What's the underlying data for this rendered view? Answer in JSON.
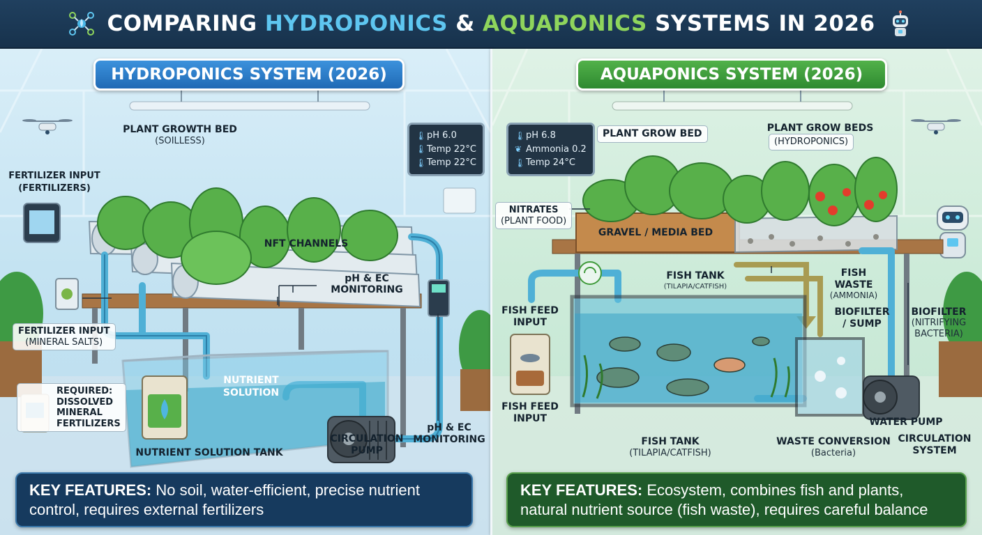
{
  "header": {
    "title_prefix": "COMPARING ",
    "title_hydro": "HYDROPONICS",
    "title_amp": " & ",
    "title_aqua": "AQUAPONICS",
    "title_suffix": " SYSTEMS IN 2026"
  },
  "hydro": {
    "title": "HYDROPONICS SYSTEM (2026)",
    "plant_bed": "PLANT GROWTH BED",
    "plant_bed_sub": "(SOILLESS)",
    "fert_top": "FERTILIZER INPUT",
    "fert_top_sub": "(FERTILIZERS)",
    "nft": "NFT CHANNELS",
    "ph_ec_1a": "pH & EC",
    "ph_ec_1b": "MONITORING",
    "fert_mid": "FERTILIZER INPUT",
    "fert_mid_sub": "(MINERAL SALTS)",
    "required_1": "REQUIRED:",
    "required_2": "DISSOLVED",
    "required_3": "MINERAL",
    "required_4": "FERTILIZERS",
    "nutrient_a": "NUTRIENT",
    "nutrient_b": "SOLUTION",
    "tank": "NUTRIENT SOLUTION TANK",
    "pump_a": "CIRCULATION",
    "pump_b": "PUMP",
    "ph_ec_2a": "pH & EC",
    "ph_ec_2b": "MONITORING",
    "sensor": {
      "ph": "pH    6.0",
      "temp1": "Temp  22°C",
      "temp2": "Temp  22°C"
    },
    "key_label": "KEY FEATURES:",
    "key_text": " No soil, water-efficient, precise nutrient control, requires external fertilizers"
  },
  "aqua": {
    "title": "AQUAPONICS SYSTEM (2026)",
    "plant_bed": "PLANT GROW BED",
    "grow_beds": "PLANT GROW BEDS",
    "grow_beds_sub": "(HYDROPONICS)",
    "nitrates": "NITRATES",
    "nitrates_sub": "(PLANT FOOD)",
    "gravel": "GRAVEL / MEDIA BED",
    "fish_tank_top": "FISH TANK",
    "fish_tank_top_sub": "(TILAPIA/CATFISH)",
    "fish_waste": "FISH",
    "fish_waste_b": "WASTE",
    "fish_waste_sub": "(AMMONIA)",
    "biofilter_sump_a": "BIOFILTER",
    "biofilter_sump_b": "/ SUMP",
    "biofilter": "BIOFILTER",
    "biofilter_sub_a": "(NITRIFYING",
    "biofilter_sub_b": "BACTERIA)",
    "feed_top_a": "FISH FEED",
    "feed_top_b": "INPUT",
    "feed_bot_a": "FISH FEED",
    "feed_bot_b": "INPUT",
    "water_pump": "WATER PUMP",
    "circ_a": "CIRCULATION",
    "circ_b": "SYSTEM",
    "fish_tank_bot": "FISH TANK",
    "fish_tank_bot_sub": "(TILAPIA/CATFISH)",
    "waste_conv": "WASTE CONVERSION",
    "waste_conv_sub": "(Bacteria)",
    "sensor": {
      "ph": "pH       6.8",
      "ammonia": "Ammonia 0.2",
      "temp": "Temp  24°C"
    },
    "key_label": "KEY FEATURES:",
    "key_text": " Ecosystem, combines fish and plants, natural nutrient source (fish waste), requires careful balance"
  },
  "colors": {
    "hydro_accent": "#2b7fd0",
    "aqua_accent": "#3f9a3a",
    "hydro_key_bg": "#163a5e",
    "aqua_key_bg": "#1f5a2a"
  }
}
